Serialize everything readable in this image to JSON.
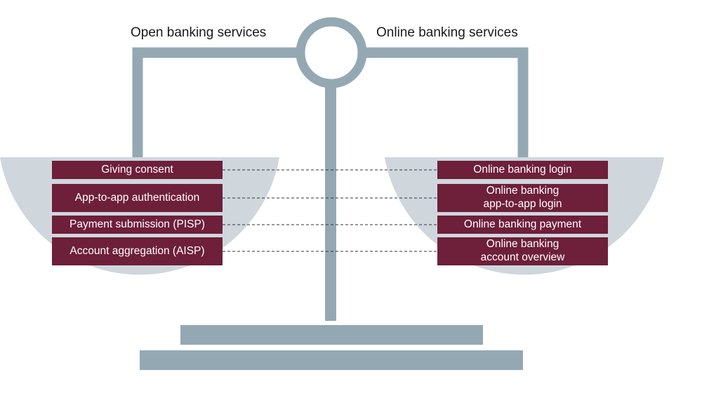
{
  "headings": {
    "left": "Open banking services",
    "right": "Online banking services"
  },
  "open_banking": [
    {
      "label": "Giving consent"
    },
    {
      "label": "App-to-app authentication"
    },
    {
      "label": "Payment submission (PISP)"
    },
    {
      "label": "Account aggregation (AISP)"
    }
  ],
  "online_banking": [
    {
      "line1": "Online banking login",
      "line2": ""
    },
    {
      "line1": "Online banking",
      "line2": "app-to-app login"
    },
    {
      "line1": "Online banking payment",
      "line2": ""
    },
    {
      "line1": "Online banking",
      "line2": "account overview"
    }
  ],
  "colors": {
    "scale": "#94a8b4",
    "pan": "#cfd7dd",
    "box": "#6e1f3a",
    "connector": "#333333"
  }
}
